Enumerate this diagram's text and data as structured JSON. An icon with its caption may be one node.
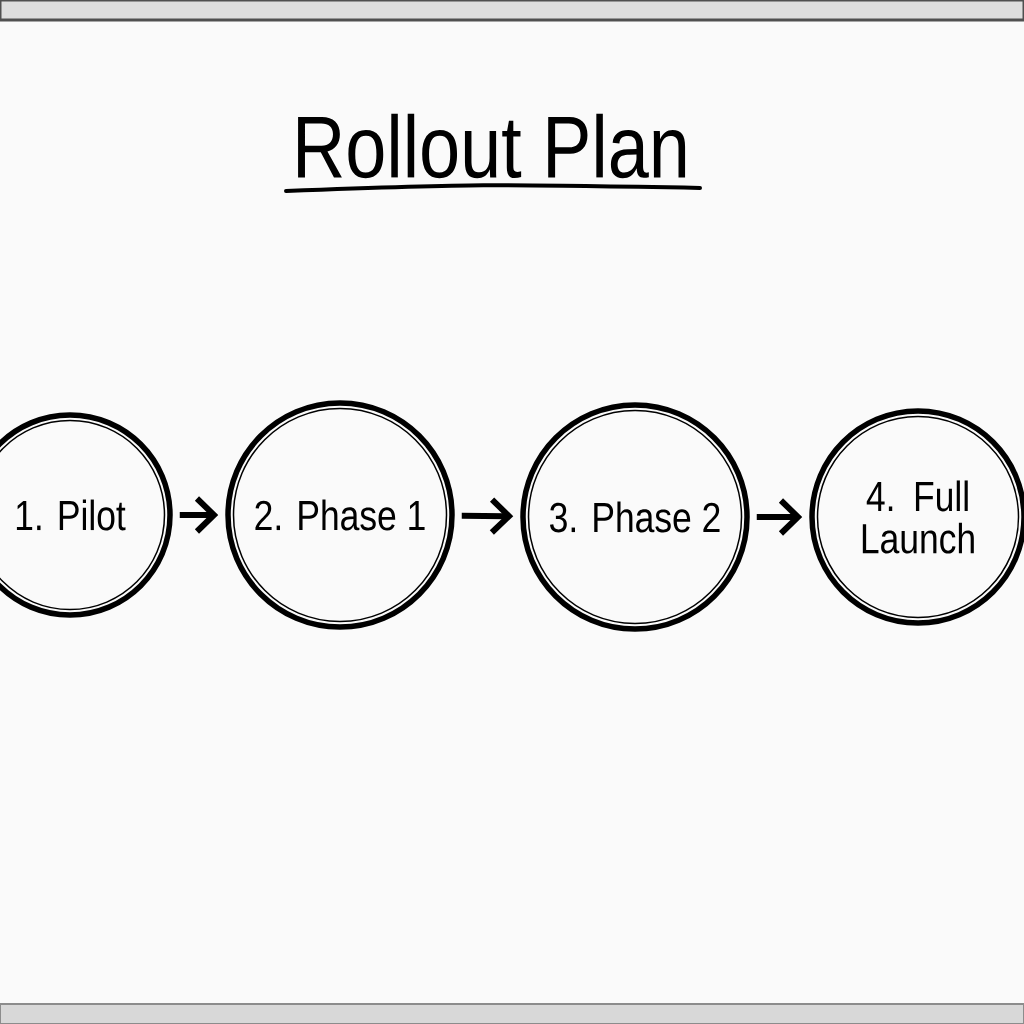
{
  "diagram": {
    "title": "Rollout Plan",
    "nodes": [
      {
        "text": [
          "1. Pilot"
        ]
      },
      {
        "text": [
          "2. Phase 1"
        ]
      },
      {
        "text": [
          "3. Phase 2"
        ]
      },
      {
        "text": [
          "4. Full Launch"
        ]
      }
    ],
    "edges": [
      {
        "from": 0,
        "to": 1,
        "arrow": "to"
      },
      {
        "from": 1,
        "to": 2,
        "arrow": "to"
      },
      {
        "from": 2,
        "to": 3,
        "arrow": "to"
      }
    ]
  }
}
